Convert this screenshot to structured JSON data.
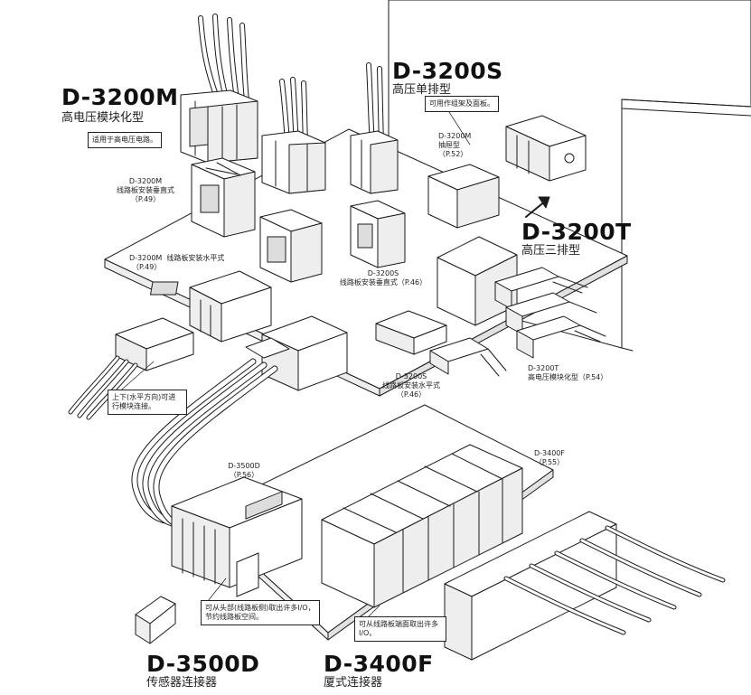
{
  "products": {
    "d3200m": {
      "name": "D-3200M",
      "subtitle": "高电压模块化型"
    },
    "d3200s": {
      "name": "D-3200S",
      "subtitle": "高压单排型"
    },
    "d3200t": {
      "name": "D-3200T",
      "subtitle": "高压三排型"
    },
    "d3500d": {
      "name": "D-3500D",
      "subtitle": "传感器连接器"
    },
    "d3400f": {
      "name": "D-3400F",
      "subtitle": "厦式连接器"
    }
  },
  "callouts": {
    "high_voltage": "适用于高电压电路。",
    "panel_mount": "可用作组架及面板。",
    "modular_horizontal": "上下(水平方向)可进行模块连接。",
    "io_from_head": "可从头部(线路板侧)取出许多I/O，节约线路板空间。",
    "io_from_end": "可从线路板端面取出许多I/O。"
  },
  "labels": {
    "d3200m_vertical": [
      "D-3200M",
      "线路板安装垂直式",
      "（P.49）"
    ],
    "d3200m_horizontal_title": "D-3200M",
    "d3200m_horizontal_sub": "线路板安装水平式",
    "d3200m_horizontal_page": "（P.49）",
    "d3200m_drawer": [
      "D-3200M",
      "抽屉型",
      "（P.52）"
    ],
    "d3200s_vertical": [
      "D-3200S",
      "线路板安装垂直式（P.46）"
    ],
    "d3200s_horizontal": [
      "D-3200S",
      "线路板安装水平式",
      "（P.46）"
    ],
    "d3200t_module": [
      "D-3200T",
      "高电压模块化型（P.54）"
    ],
    "d3500d_ref": [
      "D-3500D",
      "（P.56）"
    ],
    "d3400f_ref": [
      "D-3400F",
      "（P.55）"
    ]
  },
  "colors": {
    "line": "#1a1a1a",
    "fill": "#ffffff",
    "shade": "#e9e9e9",
    "window": "#d9d9d9"
  }
}
